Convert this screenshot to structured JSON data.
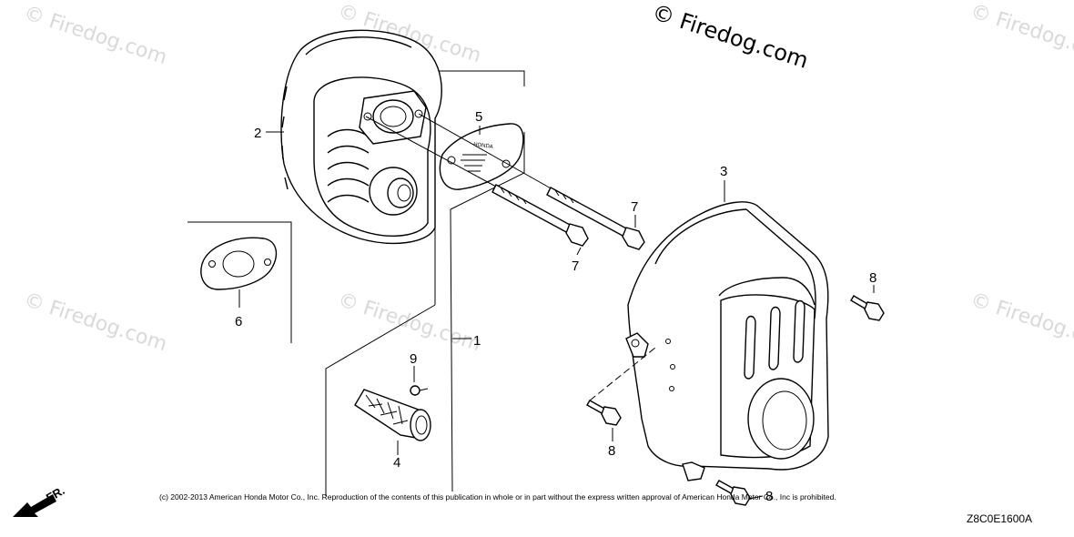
{
  "watermark_main": "© Firedog.com",
  "watermark_faint": "© Firedog.com",
  "copyright": "(c) 2002-2013 American Honda Motor Co., Inc. Reproduction of the contents of this publication in whole or in part without the express written approval of American Honda Motor Co., Inc is prohibited.",
  "diagram_code": "Z8C0E1600A",
  "direction_label": "FR.",
  "brand_mark": "HONDA",
  "callouts": {
    "c1": "1",
    "c2": "2",
    "c3": "3",
    "c4": "4",
    "c5": "5",
    "c6": "6",
    "c7a": "7",
    "c7b": "7",
    "c8a": "8",
    "c8b": "8",
    "c8c": "8",
    "c9": "9"
  }
}
